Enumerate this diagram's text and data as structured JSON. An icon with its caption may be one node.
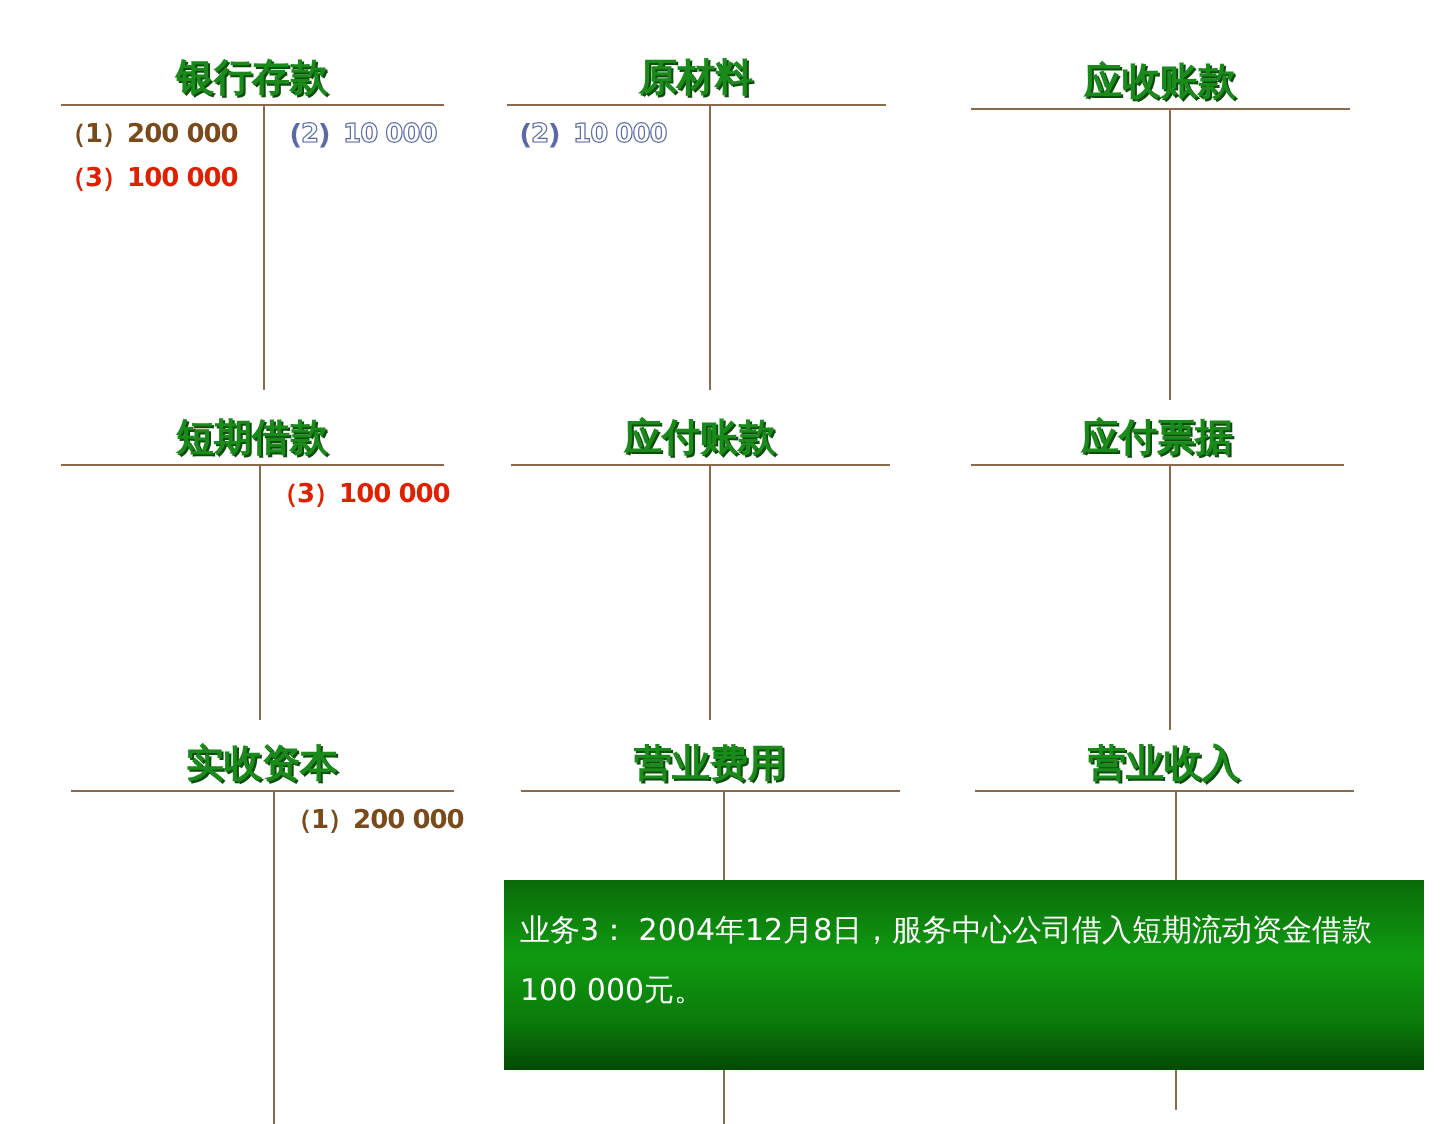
{
  "diagram": {
    "nodes": [
      {
        "text": [
          "银行存款",
          "（1）200 000",
          "（2）10 000",
          "（3）100 000"
        ]
      },
      {
        "text": [
          "原材料",
          "（2）10 000"
        ]
      },
      {
        "text": [
          "应收账款"
        ]
      },
      {
        "text": [
          "短期借款",
          "（3）100 000"
        ]
      },
      {
        "text": [
          "应付账款"
        ]
      },
      {
        "text": [
          "应付票据"
        ]
      },
      {
        "text": [
          "实收资本",
          "（1）200 000"
        ]
      },
      {
        "text": [
          "营业费用"
        ]
      },
      {
        "text": [
          "营业收入"
        ]
      },
      {
        "text": [
          "业务3： 2004年12月8日，服务中心公司借入短期流动资金借款100 000元。"
        ]
      }
    ]
  }
}
